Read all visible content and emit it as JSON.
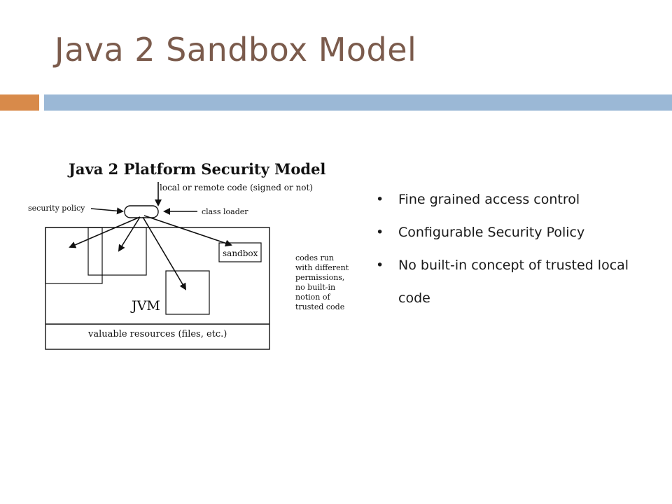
{
  "slide": {
    "title": "Java 2 Sandbox Model",
    "colors": {
      "title": "#7b5b4c",
      "accent_bar": "#d88a4a",
      "main_bar": "#9bb8d6"
    }
  },
  "diagram": {
    "heading": "Java 2 Platform Security Model",
    "code_source_label": "local or remote code (signed or not)",
    "security_policy_label": "security policy",
    "class_loader_label": "class loader",
    "sandbox_label": "sandbox",
    "jvm_label": "JVM",
    "resources_label": "valuable resources (files, etc.)",
    "note_lines": [
      "codes run",
      "with different",
      "permissions,",
      "no built-in",
      "notion of",
      "trusted code"
    ]
  },
  "bullets": [
    {
      "marker": "•",
      "text": "Fine grained access control"
    },
    {
      "marker": "•",
      "text": "Configurable Security Policy"
    },
    {
      "marker": "•",
      "text": "No built-in concept of trusted local code"
    }
  ]
}
